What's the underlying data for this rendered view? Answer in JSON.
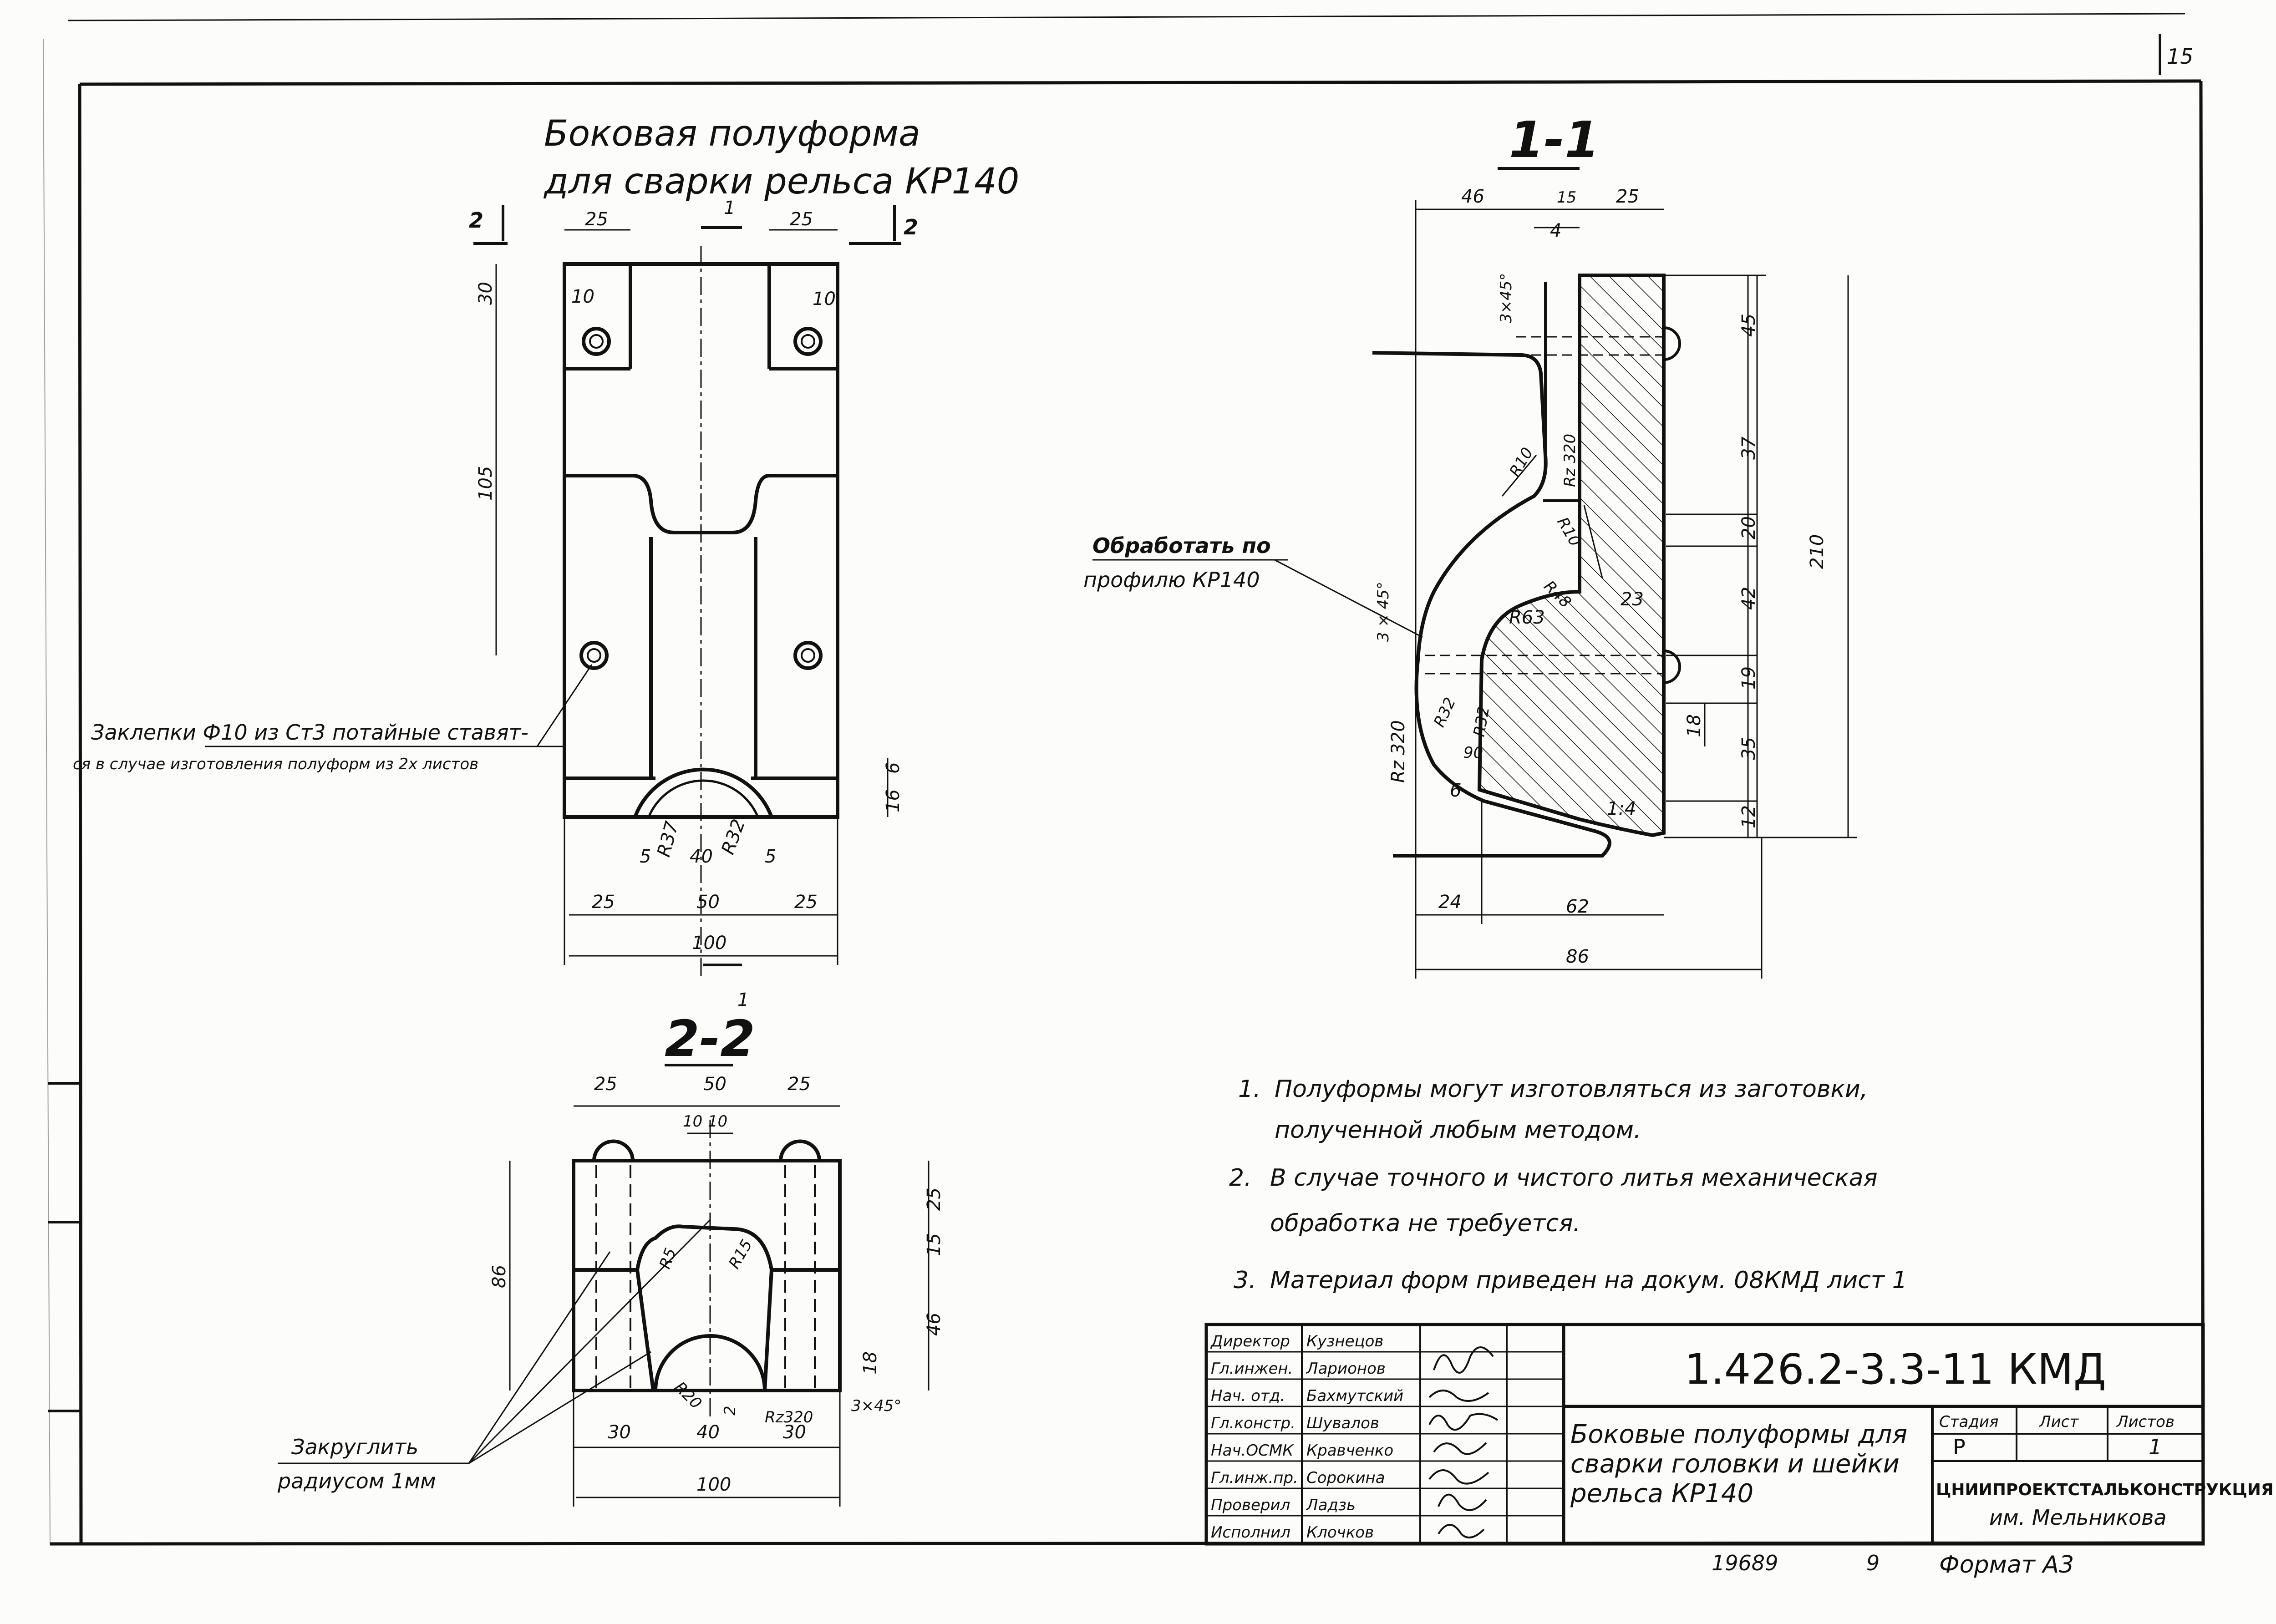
{
  "sheet": {
    "number": "15",
    "inv_number": "19689",
    "inv_suffix": "9",
    "format": "Формат А3"
  },
  "main_view": {
    "title_line1": "Боковая полуформа",
    "title_line2": "для сварки рельса КР140",
    "section_mark": "2",
    "cut_mark": "1",
    "dims": {
      "top_left": "25",
      "top_right": "25",
      "hole_dia_left": "10",
      "hole_dia_right": "10",
      "h30": "30",
      "h105": "105",
      "v6": "6",
      "v16": "16",
      "r37": "R37",
      "r32": "R32",
      "w40": "40",
      "w5_left": "5",
      "w5_right": "5",
      "b25_left": "25",
      "b50": "50",
      "b25_right": "25",
      "b100": "100"
    },
    "rivet_note_line1": "Заклепки Ф10 из Ст3 потайные ставят-",
    "rivet_note_line2": "ся в случае изготовления полуформ из 2х листов"
  },
  "section_22": {
    "label": "2-2",
    "dims": {
      "t25_left": "25",
      "t50": "50",
      "t25_right": "25",
      "t10a": "10",
      "t10b": "10",
      "h86": "86",
      "r25_right": "25",
      "r15_right": "15",
      "r46": "46",
      "r18": "18",
      "r5": "R5",
      "r15": "R15",
      "r20": "R20",
      "v2": "2",
      "rz320": "Rz320",
      "ch3x45": "3×45°",
      "b30_left": "30",
      "b40": "40",
      "b30_right": "30",
      "b100": "100"
    },
    "rounding_note_line1": "Закруглить",
    "rounding_note_line2": "радиусом 1мм"
  },
  "section_11": {
    "label": "1-1",
    "dims": {
      "t46": "46",
      "t15": "15",
      "t25": "25",
      "t4": "4",
      "ch3x45_top": "3×45°",
      "r45": "45",
      "r37": "37",
      "r20": "20",
      "r42": "42",
      "r19": "19",
      "r35": "35",
      "r12": "12",
      "total210": "210",
      "r18": "18",
      "rz320_top": "Rz 320",
      "r10a": "R10",
      "r10b": "R10",
      "r63": "R63",
      "r48": "R48",
      "d23": "23",
      "ch3x45_left": "3 × 45°",
      "rz320_left": "Rz 320",
      "r32a": "R32",
      "r32b": "R32",
      "a90": "90",
      "a6": "6",
      "slope": "1:4",
      "b24": "24",
      "b62": "62",
      "b86": "86"
    },
    "machining_note_line1": "Обработать по",
    "machining_note_line2": "профилю КР140"
  },
  "notes": [
    {
      "num": "1.",
      "line1": "Полуформы могут изготовляться из заготовки,",
      "line2": "полученной любым методом."
    },
    {
      "num": "2.",
      "line1": "В случае точного и чистого литья механическая",
      "line2": "обработка не требуется."
    },
    {
      "num": "3.",
      "line1": "Материал форм приведен на докум. 08КМД лист 1",
      "line2": ""
    }
  ],
  "title_block": {
    "doc_code": "1.426.2-3.3-11 КМД",
    "doc_name_line1": "Боковые полуформы для",
    "doc_name_line2": "сварки головки и шейки",
    "doc_name_line3": "рельса КР140",
    "stage_header": "Стадия",
    "sheet_header": "Лист",
    "sheets_header": "Листов",
    "stage": "Р",
    "sheet": "",
    "sheets": "1",
    "org_line1": "ЦНИИПРОЕКТСТАЛЬКОНСТРУКЦИЯ",
    "org_line2": "им. Мельникова",
    "people": [
      {
        "role": "Директор",
        "name": "Кузнецов"
      },
      {
        "role": "Гл.инжен.",
        "name": "Ларионов"
      },
      {
        "role": "Нач. отд.",
        "name": "Бахмутский"
      },
      {
        "role": "Гл.констр.",
        "name": "Шувалов"
      },
      {
        "role": "Нач.ОСМК",
        "name": "Кравченко"
      },
      {
        "role": "Гл.инж.пр.",
        "name": "Сорокина"
      },
      {
        "role": "Проверил",
        "name": "Ладзь"
      },
      {
        "role": "Исполнил",
        "name": "Клочков"
      }
    ]
  }
}
